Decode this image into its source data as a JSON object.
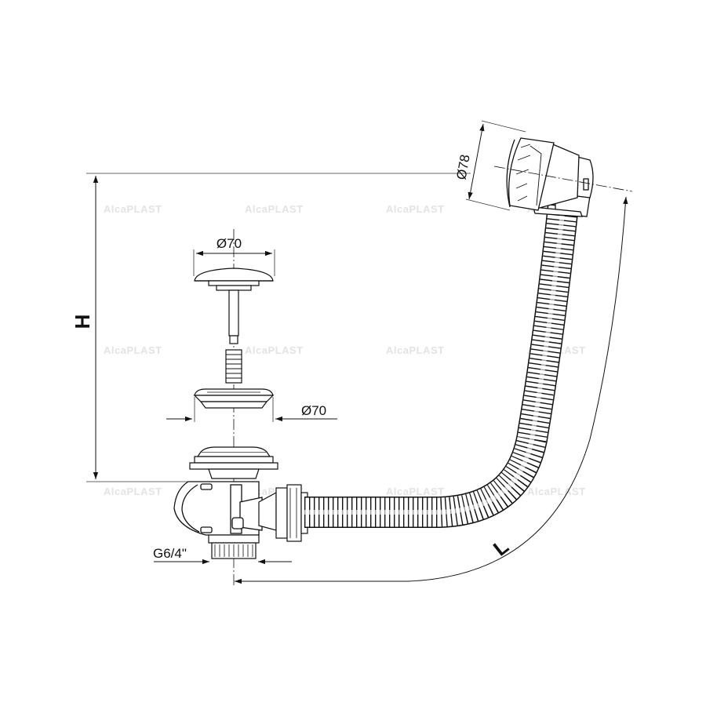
{
  "labels": {
    "height": "H",
    "length": "L",
    "plug_diameter": "Ø70",
    "grate_diameter": "Ø70",
    "overflow_diameter": "Ø78",
    "thread": "G6/4\""
  },
  "watermark": "AlcaPLAST",
  "colors": {
    "ink": "#111111",
    "thin_line": "#333333",
    "watermark": "#e3e3e3",
    "hose_fill": "#ffffff"
  }
}
